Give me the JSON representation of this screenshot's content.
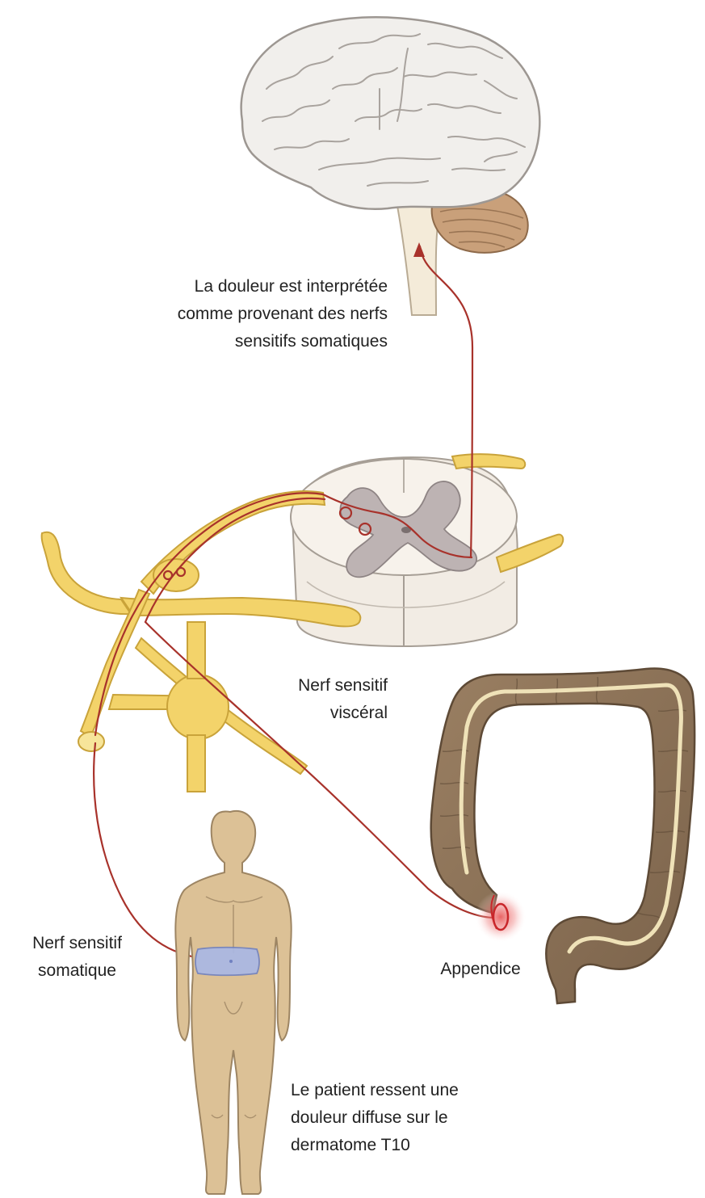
{
  "labels": {
    "interpretation": {
      "line1": "La douleur est interprétée",
      "line2": "comme provenant des nerfs",
      "line3": "sensitifs somatiques"
    },
    "visceral_nerve": {
      "line1": "Nerf sensitif",
      "line2": "viscéral"
    },
    "somatic_nerve": {
      "line1": "Nerf sensitif",
      "line2": "somatique"
    },
    "appendix": "Appendice",
    "patient": {
      "line1": "Le patient ressent une",
      "line2": "douleur diffuse sur le",
      "line3": "dermatome T10"
    }
  },
  "colors": {
    "nerve": "#f3d36a",
    "nerve_outline": "#c9a33a",
    "nerve_fiber": "#a8322b",
    "brain": "#f1efec",
    "cerebellum": "#c9a07a",
    "spinal_cord_white": "#f2ece4",
    "spinal_cord_grey": "#bdb3b3",
    "colon": "#8a7156",
    "colon_highlight": "#efe2b8",
    "body": "#dcc196",
    "dermatome": "#a9b8e6",
    "inflammation": "#e64a4a"
  }
}
